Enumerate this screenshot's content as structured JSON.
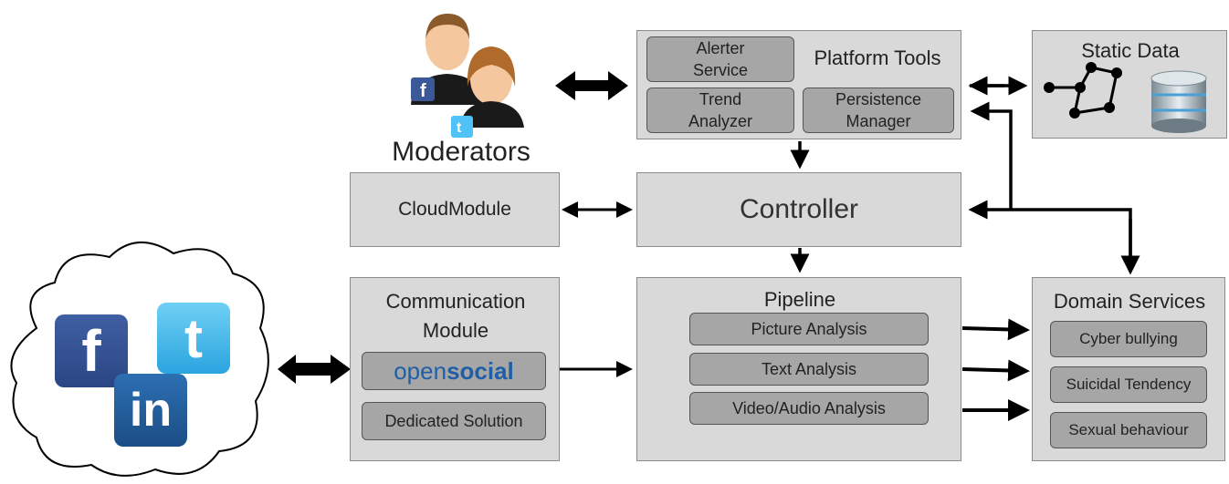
{
  "moderators": {
    "label": "Moderators",
    "icon": "moderators-icon"
  },
  "platform_tools": {
    "title": "Platform Tools",
    "alerter": "Alerter\nService",
    "trend": "Trend\nAnalyzer",
    "persistence": "Persistence\nManager"
  },
  "static_data": {
    "title": "Static Data",
    "icons": [
      "graph-icon",
      "database-icon"
    ]
  },
  "cloud_module": {
    "label": "CloudModule"
  },
  "controller": {
    "label": "Controller"
  },
  "communication": {
    "title": "Communication\nModule",
    "opensocial_a": "open",
    "opensocial_b": "social",
    "dedicated": "Dedicated Solution"
  },
  "pipeline": {
    "title": "Pipeline",
    "items": [
      "Picture Analysis",
      "Text Analysis",
      "Video/Audio Analysis"
    ]
  },
  "domain_services": {
    "title": "Domain Services",
    "items": [
      "Cyber bullying",
      "Suicidal Tendency",
      "Sexual behaviour"
    ]
  },
  "social_cloud": {
    "logos": {
      "facebook": "f",
      "twitter": "t",
      "linkedin": "in"
    }
  },
  "colors": {
    "box": "#d9d9d9",
    "sub": "#a6a6a6",
    "arrow": "#000000",
    "opensocial": "#1f5fa8"
  }
}
